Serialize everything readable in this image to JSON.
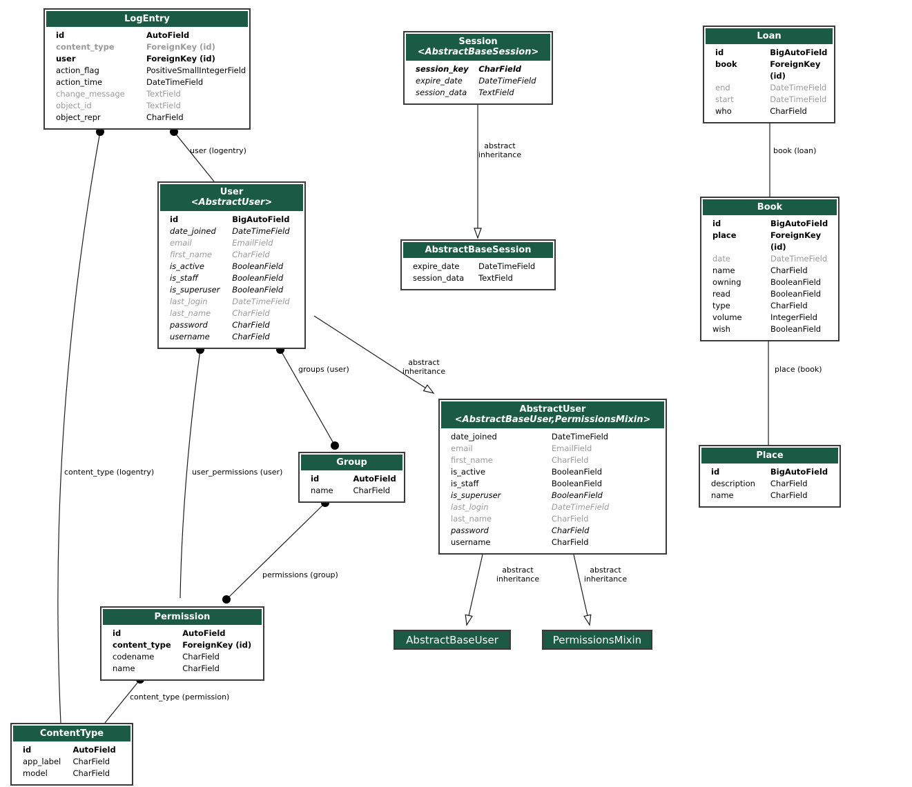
{
  "tables": [
    {
      "id": "logentry",
      "title": "LogEntry",
      "subtitle": "",
      "fields": [
        {
          "name": "id",
          "type": "AutoField",
          "style": "b"
        },
        {
          "name": "content_type",
          "type": "ForeignKey (id)",
          "style": "bg"
        },
        {
          "name": "user",
          "type": "ForeignKey (id)",
          "style": "b"
        },
        {
          "name": "action_flag",
          "type": "PositiveSmallIntegerField",
          "style": ""
        },
        {
          "name": "action_time",
          "type": "DateTimeField",
          "style": ""
        },
        {
          "name": "change_message",
          "type": "TextField",
          "style": "g"
        },
        {
          "name": "object_id",
          "type": "TextField",
          "style": "g"
        },
        {
          "name": "object_repr",
          "type": "CharField",
          "style": ""
        }
      ]
    },
    {
      "id": "session",
      "title": "Session",
      "subtitle": "<AbstractBaseSession>",
      "fields": [
        {
          "name": "session_key",
          "type": "CharField",
          "style": "bi"
        },
        {
          "name": "expire_date",
          "type": "DateTimeField",
          "style": "i"
        },
        {
          "name": "session_data",
          "type": "TextField",
          "style": "i"
        }
      ]
    },
    {
      "id": "loan",
      "title": "Loan",
      "subtitle": "",
      "fields": [
        {
          "name": "id",
          "type": "BigAutoField",
          "style": "b"
        },
        {
          "name": "book",
          "type": "ForeignKey (id)",
          "style": "b"
        },
        {
          "name": "end",
          "type": "DateTimeField",
          "style": "g"
        },
        {
          "name": "start",
          "type": "DateTimeField",
          "style": "g"
        },
        {
          "name": "who",
          "type": "CharField",
          "style": ""
        }
      ]
    },
    {
      "id": "user",
      "title": "User",
      "subtitle": "<AbstractUser>",
      "fields": [
        {
          "name": "id",
          "type": "BigAutoField",
          "style": "b"
        },
        {
          "name": "date_joined",
          "type": "DateTimeField",
          "style": "i"
        },
        {
          "name": "email",
          "type": "EmailField",
          "style": "gi"
        },
        {
          "name": "first_name",
          "type": "CharField",
          "style": "gi"
        },
        {
          "name": "is_active",
          "type": "BooleanField",
          "style": "i"
        },
        {
          "name": "is_staff",
          "type": "BooleanField",
          "style": "i"
        },
        {
          "name": "is_superuser",
          "type": "BooleanField",
          "style": "i"
        },
        {
          "name": "last_login",
          "type": "DateTimeField",
          "style": "gi"
        },
        {
          "name": "last_name",
          "type": "CharField",
          "style": "gi"
        },
        {
          "name": "password",
          "type": "CharField",
          "style": "i"
        },
        {
          "name": "username",
          "type": "CharField",
          "style": "i"
        }
      ]
    },
    {
      "id": "abstractbasesession",
      "title": "AbstractBaseSession",
      "subtitle": "",
      "fields": [
        {
          "name": "expire_date",
          "type": "DateTimeField",
          "style": ""
        },
        {
          "name": "session_data",
          "type": "TextField",
          "style": ""
        }
      ]
    },
    {
      "id": "book",
      "title": "Book",
      "subtitle": "",
      "fields": [
        {
          "name": "id",
          "type": "BigAutoField",
          "style": "b"
        },
        {
          "name": "place",
          "type": "ForeignKey (id)",
          "style": "b"
        },
        {
          "name": "date",
          "type": "DateTimeField",
          "style": "g"
        },
        {
          "name": "name",
          "type": "CharField",
          "style": ""
        },
        {
          "name": "owning",
          "type": "BooleanField",
          "style": ""
        },
        {
          "name": "read",
          "type": "BooleanField",
          "style": ""
        },
        {
          "name": "type",
          "type": "CharField",
          "style": ""
        },
        {
          "name": "volume",
          "type": "IntegerField",
          "style": ""
        },
        {
          "name": "wish",
          "type": "BooleanField",
          "style": ""
        }
      ]
    },
    {
      "id": "abstractuser",
      "title": "AbstractUser",
      "subtitle": "<AbstractBaseUser,PermissionsMixin>",
      "fields": [
        {
          "name": "date_joined",
          "type": "DateTimeField",
          "style": ""
        },
        {
          "name": "email",
          "type": "EmailField",
          "style": "g"
        },
        {
          "name": "first_name",
          "type": "CharField",
          "style": "g"
        },
        {
          "name": "is_active",
          "type": "BooleanField",
          "style": ""
        },
        {
          "name": "is_staff",
          "type": "BooleanField",
          "style": ""
        },
        {
          "name": "is_superuser",
          "type": "BooleanField",
          "style": "i"
        },
        {
          "name": "last_login",
          "type": "DateTimeField",
          "style": "gi"
        },
        {
          "name": "last_name",
          "type": "CharField",
          "style": "g"
        },
        {
          "name": "password",
          "type": "CharField",
          "style": "i"
        },
        {
          "name": "username",
          "type": "CharField",
          "style": ""
        }
      ]
    },
    {
      "id": "group",
      "title": "Group",
      "subtitle": "",
      "fields": [
        {
          "name": "id",
          "type": "AutoField",
          "style": "b"
        },
        {
          "name": "name",
          "type": "CharField",
          "style": ""
        }
      ]
    },
    {
      "id": "place",
      "title": "Place",
      "subtitle": "",
      "fields": [
        {
          "name": "id",
          "type": "BigAutoField",
          "style": "b"
        },
        {
          "name": "description",
          "type": "CharField",
          "style": ""
        },
        {
          "name": "name",
          "type": "CharField",
          "style": ""
        }
      ]
    },
    {
      "id": "permission",
      "title": "Permission",
      "subtitle": "",
      "fields": [
        {
          "name": "id",
          "type": "AutoField",
          "style": "b"
        },
        {
          "name": "content_type",
          "type": "ForeignKey (id)",
          "style": "b"
        },
        {
          "name": "codename",
          "type": "CharField",
          "style": ""
        },
        {
          "name": "name",
          "type": "CharField",
          "style": ""
        }
      ]
    },
    {
      "id": "contenttype",
      "title": "ContentType",
      "subtitle": "",
      "fields": [
        {
          "name": "id",
          "type": "AutoField",
          "style": "b"
        },
        {
          "name": "app_label",
          "type": "CharField",
          "style": ""
        },
        {
          "name": "model",
          "type": "CharField",
          "style": ""
        }
      ]
    }
  ],
  "class_boxes": [
    {
      "id": "abstractbaseuser",
      "label": "AbstractBaseUser"
    },
    {
      "id": "permissionsmixin",
      "label": "PermissionsMixin"
    }
  ],
  "edge_labels": {
    "user_logentry": "user (logentry)",
    "content_type_logentry": "content_type (logentry)",
    "user_permissions_user": "user_permissions (user)",
    "groups_user": "groups (user)",
    "permissions_group": "permissions (group)",
    "content_type_permission": "content_type (permission)",
    "book_loan": "book (loan)",
    "place_book": "place (book)",
    "abstract_inheritance": "abstract inheritance"
  },
  "colors": {
    "header_green": "#1b5b45",
    "muted_field_gray": "#9a9a9a",
    "box_border": "#3a3a3a",
    "edge_black": "#1a1a1a"
  }
}
